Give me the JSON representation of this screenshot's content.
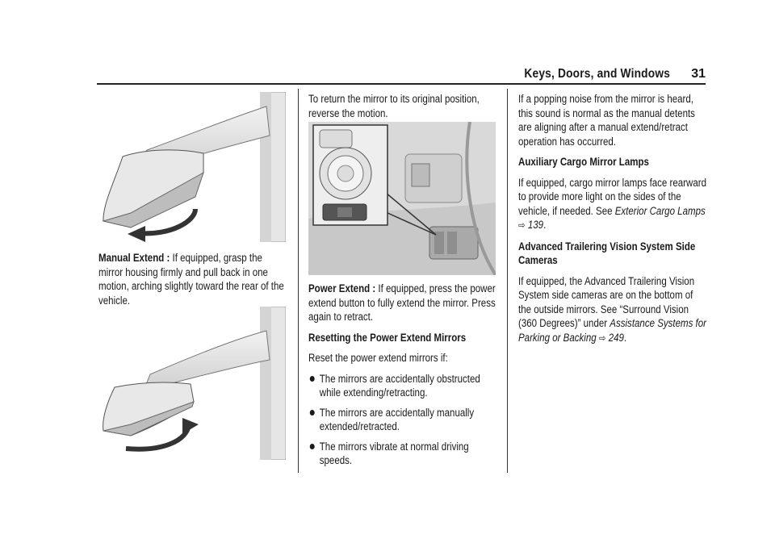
{
  "header": {
    "title": "Keys, Doors, and Windows",
    "page": "31"
  },
  "col1": {
    "manual_extend_term": "Manual Extend :",
    "manual_extend_text": " If equipped, grasp the mirror housing firmly and pull back in one motion, arching slightly toward the rear of the vehicle."
  },
  "col2": {
    "return_text": "To return the mirror to its original position, reverse the motion.",
    "power_extend_term": "Power Extend :",
    "power_extend_text": " If equipped, press the power extend button to fully extend the mirror. Press again to retract.",
    "reset_heading": "Resetting the Power Extend Mirrors",
    "reset_intro": "Reset the power extend mirrors if:",
    "bullets": [
      "The mirrors are accidentally obstructed while extending/retracting.",
      "The mirrors are accidentally manually extended/retracted.",
      "The mirrors vibrate at normal driving speeds."
    ]
  },
  "col3": {
    "popping_text": "If a popping noise from the mirror is heard, this sound is normal as the manual detents are aligning after a manual extend/retract operation has occurred.",
    "cargo_heading": "Auxiliary Cargo Mirror Lamps",
    "cargo_text": "If equipped, cargo mirror lamps face rearward to provide more light on the sides of the vehicle, if needed. See ",
    "cargo_link": "Exterior Cargo Lamps",
    "cargo_arrow": "⇨",
    "cargo_page": "139",
    "cargo_end": ".",
    "trail_heading": "Advanced Trailering Vision System Side Cameras",
    "trail_text": "If equipped, the Advanced Trailering Vision System side cameras are on the bottom of the outside mirrors. See “Surround Vision (360 Degrees)” under ",
    "trail_link": "Assistance Systems for Parking or Backing",
    "trail_arrow": "⇨",
    "trail_page": "249",
    "trail_end": "."
  }
}
